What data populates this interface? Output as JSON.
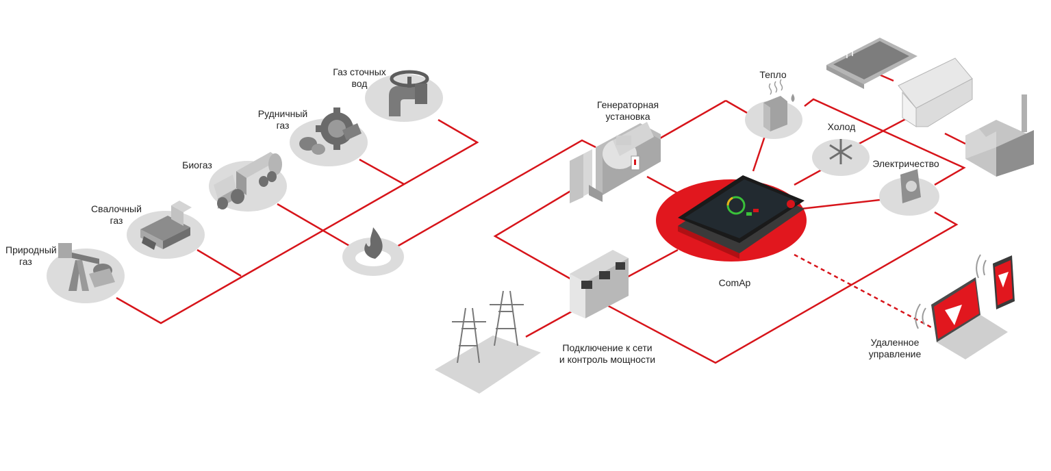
{
  "colors": {
    "line": "#d7141a",
    "accent": "#e1171e",
    "disc": "#dcdcdc",
    "object": "#bdbdbd",
    "object_dark": "#6f6f6f",
    "text": "#222222"
  },
  "sources": {
    "natural_gas": {
      "line1": "Природный",
      "line2": "газ",
      "icon": "oil-pump-icon"
    },
    "landfill_gas": {
      "line1": "Свалочный",
      "line2": "газ",
      "icon": "bulldozer-icon"
    },
    "biogas": {
      "line1": "Биогаз",
      "icon": "tanker-truck-icon"
    },
    "mine_gas": {
      "line1": "Рудничный",
      "line2": "газ",
      "icon": "mining-gear-icon"
    },
    "sewage_gas": {
      "line1": "Газ сточных",
      "line2": "вод",
      "icon": "valve-pipe-icon"
    }
  },
  "flame": {
    "icon": "flame-icon"
  },
  "genset": {
    "line1": "Генераторная",
    "line2": "установка",
    "icon": "generator-icon"
  },
  "controller": {
    "label": "ComAp",
    "icon": "controller-display-icon"
  },
  "grid": {
    "line1": "Подключение к сети",
    "line2": "и контроль мощности",
    "icon": "switchgear-icon",
    "icon2": "power-tower-icon"
  },
  "outputs": {
    "heat": {
      "label": "Тепло",
      "icon": "radiator-icon"
    },
    "cold": {
      "label": "Холод",
      "icon": "snowflake-icon"
    },
    "electricity": {
      "label": "Электричество",
      "icon": "socket-icon"
    }
  },
  "consumers": {
    "icons": [
      "pool-icon",
      "greenhouse-icon",
      "factory-icon"
    ]
  },
  "remote": {
    "line1": "Удаленное",
    "line2": "управление",
    "icon": "laptop-icon",
    "icon2": "phone-icon"
  }
}
